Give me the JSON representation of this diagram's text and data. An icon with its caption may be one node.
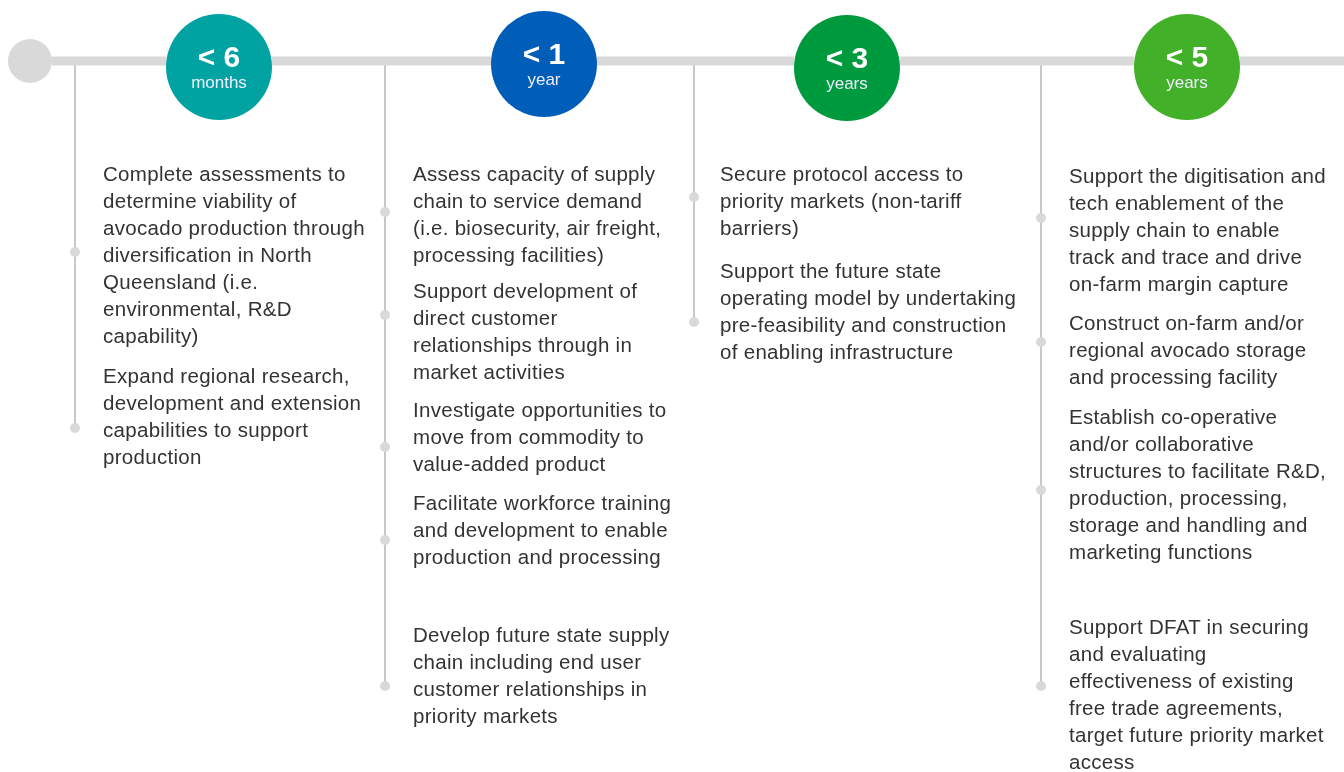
{
  "diagram": {
    "nodes": [
      {
        "text": [],
        "shape": "circle"
      },
      {
        "text": [
          "< 6",
          "months"
        ]
      },
      {
        "text": [
          "< 1",
          "year"
        ]
      },
      {
        "text": [
          "< 3",
          "years"
        ]
      },
      {
        "text": [
          "< 5",
          "years"
        ]
      }
    ],
    "edges": [
      {
        "from": 0,
        "to": 1,
        "arrow": "none"
      },
      {
        "from": 1,
        "to": 2,
        "arrow": "none"
      },
      {
        "from": 2,
        "to": 3,
        "arrow": "none"
      },
      {
        "from": 3,
        "to": 4,
        "arrow": "none"
      },
      {
        "from": 4,
        "to": null,
        "arrow": "none"
      }
    ],
    "labels": [
      "Complete assessments to determine viability of avocado production through diversification in North Queensland (i.e. environmental, R&D capability)",
      "Expand regional research, development and extension capabilities to support production",
      "Assess capacity of supply chain to service demand (i.e. biosecurity, air freight, processing facilities)",
      "Support development of direct customer relationships through in market activities",
      "Investigate opportunities to move from commodity to value-added product",
      "Facilitate workforce training and development to enable production and processing",
      "Develop future state supply chain including end user customer relationships in priority markets",
      "Secure protocol access to priority markets (non-tariff barriers)",
      "Support the future state operating model by undertaking pre-feasibility and construction of enabling infrastructure",
      "Support the digitisation and tech enablement of the supply chain to enable track and trace and drive on-farm margin capture",
      "Construct on-farm and/or regional avocado storage and processing facility",
      "Establish co-operative and/or collaborative structures to facilitate R&D, production, processing, storage and handling and marketing functions",
      "Support DFAT in securing and evaluating effectiveness of existing free trade agreements, target future priority market access"
    ]
  }
}
